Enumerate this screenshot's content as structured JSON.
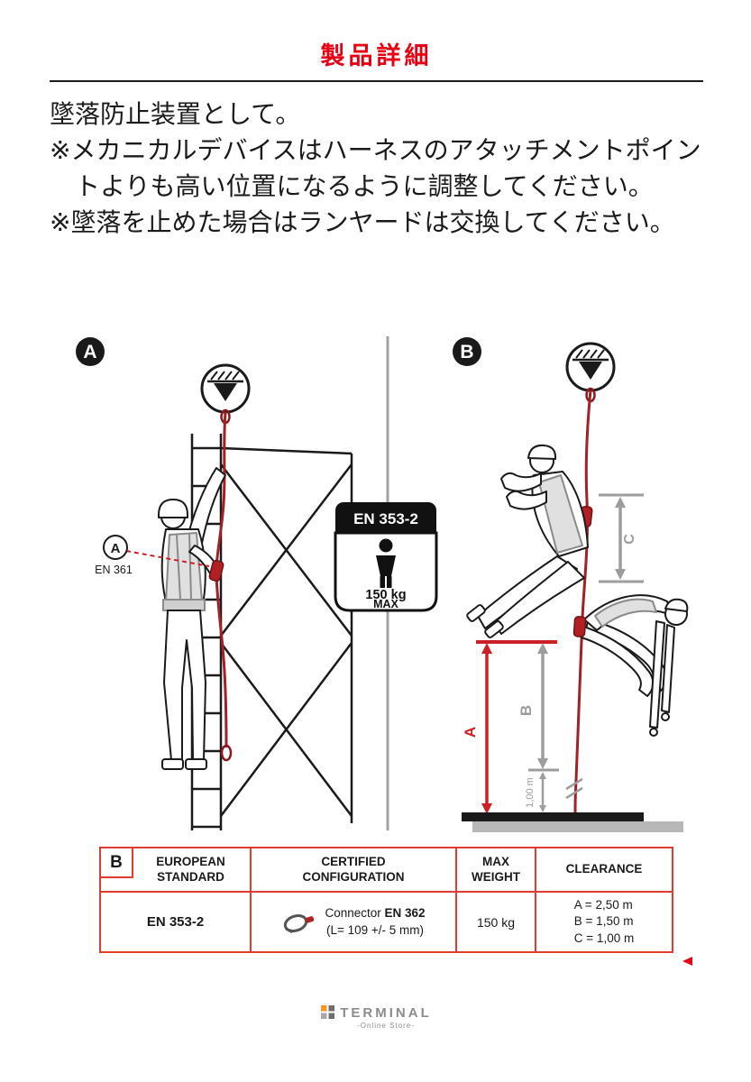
{
  "header": {
    "title": "製品詳細"
  },
  "description": {
    "line1": "墜落防止装置として。",
    "line2": "※メカニカルデバイスはハーネスのアタッチメントポイントよりも高い位置になるように調整してください。",
    "line3": "※墜落を止めた場合はランヤードは交換してください。"
  },
  "diagram": {
    "panel_a": "A",
    "panel_b": "B",
    "attachment_point": "A",
    "attachment_standard": "EN 361",
    "badge": {
      "standard": "EN 353-2",
      "weight": "150 kg",
      "max": "MAX"
    },
    "measure_a": "A",
    "measure_b": "B",
    "measure_c": "C",
    "ground_margin": "1,00 m"
  },
  "table": {
    "corner_label": "B",
    "headers": {
      "standard": "EUROPEAN STANDARD",
      "configuration": "CERTIFIED CONFIGURATION",
      "weight": "MAX WEIGHT",
      "clearance": "CLEARANCE"
    },
    "row": {
      "standard": "EN 353-2",
      "configuration_prefix": "Connector ",
      "configuration_standard": "EN 362",
      "configuration_detail": "(L= 109 +/- 5 mm)",
      "weight": "150 kg",
      "clearance_a": "A = 2,50 m",
      "clearance_b": "B = 1,50 m",
      "clearance_c": "C = 1,00 m"
    }
  },
  "footer": {
    "brand": "TERMINAL",
    "tagline": "-Online Store-"
  },
  "colors": {
    "accent_red": "#e60012",
    "table_red": "#e23b32",
    "rope_red": "#a02128",
    "measure_red": "#cc2027",
    "measure_gray": "#9d9d9c",
    "logo_orange": "#f7941d",
    "logo_gray": "#8a8c8e"
  }
}
